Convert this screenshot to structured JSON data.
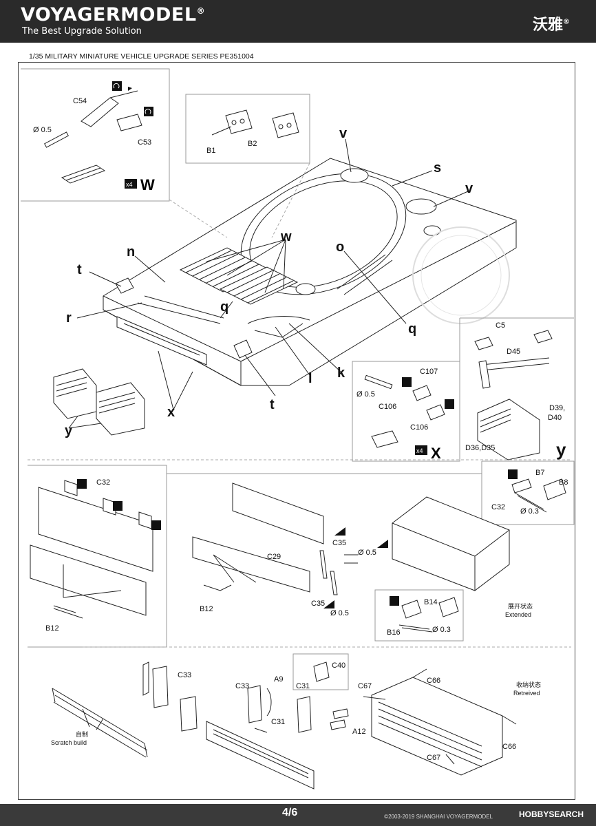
{
  "header": {
    "brand": "VOYAGERMODEL",
    "brand_mark": "®",
    "tagline": "The Best Upgrade Solution",
    "brand_cn": "沃雅",
    "brand_cn_mark": "®"
  },
  "series_line": "1/35 MILITARY MINIATURE VEHICLE  UPGRADE SERIES PE351004",
  "footer": {
    "page": "4/6",
    "copyright": "©2003-2019 SHANGHAI VOYAGERMODEL",
    "watermark": "HOBBYSEARCH"
  },
  "labels": {
    "c54": "C54",
    "d05_a": "Ø 0.5",
    "c53": "C53",
    "x4_a": "x4",
    "w_big": "W",
    "b1": "B1",
    "b2": "B2",
    "v1": "v",
    "s": "s",
    "v2": "v",
    "w_small": "w",
    "n": "n",
    "o": "o",
    "t1": "t",
    "r": "r",
    "q1": "q",
    "q2": "q",
    "k": "k",
    "l": "l",
    "t2": "t",
    "x_small": "x",
    "y_small": "y",
    "c5": "C5",
    "d45": "D45",
    "d39": "D39,",
    "d40": "D40",
    "d36": "D36,D35",
    "y_big": "y",
    "c107": "C107",
    "d05_b": "Ø 0.5",
    "c106a": "C106",
    "c106b": "C106",
    "x4_b": "x4",
    "x_big": "X",
    "c32a": "C32",
    "b12a": "B12",
    "c29": "C29",
    "b12b": "B12",
    "c35a": "C35",
    "d05_c": "Ø 0.5",
    "c35b": "C35",
    "d05_d": "Ø 0.5",
    "b7": "B7",
    "b8": "B8",
    "c32b": "C32",
    "d03a": "Ø 0.3",
    "b14": "B14",
    "b16": "B16",
    "d03b": "Ø 0.3",
    "ext_cn": "展开状态",
    "ext_en": "Extended",
    "c33a": "C33",
    "scr_cn": "自制",
    "scr_en": "Scratch build",
    "c40": "C40",
    "c33b": "C33",
    "a9": "A9",
    "c31a": "C31",
    "c31b": "C31",
    "a12": "A12",
    "c67a": "C67",
    "c66a": "C66",
    "ret_cn": "收纳状态",
    "ret_en": "Retreived",
    "c66b": "C66",
    "c67b": "C67"
  }
}
